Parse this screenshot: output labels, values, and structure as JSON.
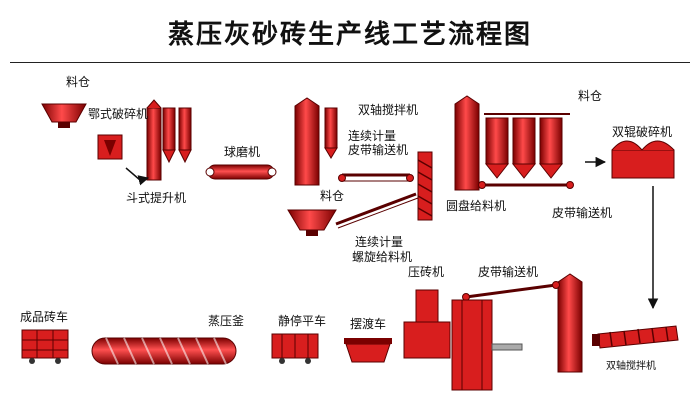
{
  "title": "蒸压灰砂砖生产线工艺流程图",
  "labels": {
    "hopper1": "料仓",
    "jaw_crusher": "鄂式破碎机",
    "bucket_elevator": "斗式提升机",
    "ball_mill": "球磨机",
    "twin_shaft_mixer_top": "双轴搅拌机",
    "belt_meter_1": "连续计量",
    "belt_meter_2": "皮带输送机",
    "hopper2": "料仓",
    "screw_meter_1": "连续计量",
    "screw_meter_2": "螺旋给料机",
    "disc_feeder": "圆盘给料机",
    "hopper3": "料仓",
    "roller_crusher": "双辊破碎机",
    "belt_conveyor_right": "皮带输送机",
    "brick_press": "压砖机",
    "belt_conveyor_bottom": "皮带输送机",
    "finished_car": "成品砖车",
    "autoclave": "蒸压釜",
    "static_car": "静停平车",
    "ferry_car": "摆渡车",
    "twin_shaft_mixer_bottom": "双轴搅拌机"
  },
  "colors": {
    "equipment_red": "#d81e1e",
    "outline_dark": "#5a0000",
    "title": "#111111"
  }
}
